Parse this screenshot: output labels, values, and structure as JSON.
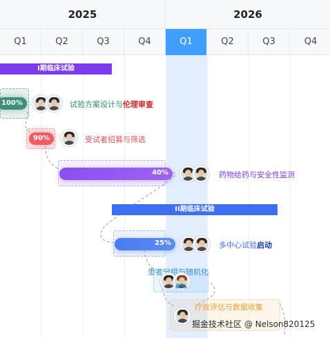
{
  "header": {
    "years": [
      "2025",
      "2026"
    ],
    "quarters": [
      "Q1",
      "Q2",
      "Q3",
      "Q4",
      "Q1",
      "Q2",
      "Q3",
      "Q4"
    ],
    "active_quarter_index": 4
  },
  "phases": [
    {
      "label": "I期临床试验",
      "color": "#7c3aed"
    },
    {
      "label": "II期临床试验",
      "color": "#3f6ef0"
    }
  ],
  "tasks": [
    {
      "pct": "100%",
      "progress": 1.0,
      "label_plain": "试验方案设计与",
      "label_strong": "伦理审查",
      "label_color": "#2e8a6e",
      "strong_color": "#d62424",
      "bar_color": "#3f8f78"
    },
    {
      "pct": "90%",
      "progress": 0.9,
      "label_plain": "受试者招募与筛选",
      "label_strong": "",
      "label_color": "#e0525a",
      "strong_color": "#e0525a",
      "bar_color": "#ef5c63"
    },
    {
      "pct": "40%",
      "progress": 0.4,
      "label_plain": "药物给药与安全性监测",
      "label_strong": "",
      "label_color": "#7c3aed",
      "strong_color": "#7c3aed",
      "bar_color": "#8b4ff0"
    },
    {
      "pct": "25%",
      "progress": 0.25,
      "label_plain": "多中心试验",
      "label_strong": "启动",
      "label_color": "#3f6ef0",
      "strong_color": "#1d3fb0",
      "bar_color": "#4a7cf2"
    },
    {
      "pct": "0%",
      "progress": 0.0,
      "label_plain": "患者分组与随机化",
      "label_strong": "",
      "label_color": "#3a98d6",
      "strong_color": "#3a98d6",
      "bar_color": "#5aaee6"
    },
    {
      "pct": "",
      "progress": 0.0,
      "label_plain": "疗效评估与数据收集",
      "label_strong": "",
      "label_color": "#f0a03a",
      "strong_color": "#f0a03a",
      "bar_color": "#f6b35a"
    }
  ],
  "watermark": "掘金技术社区 @ Nelson820125"
}
